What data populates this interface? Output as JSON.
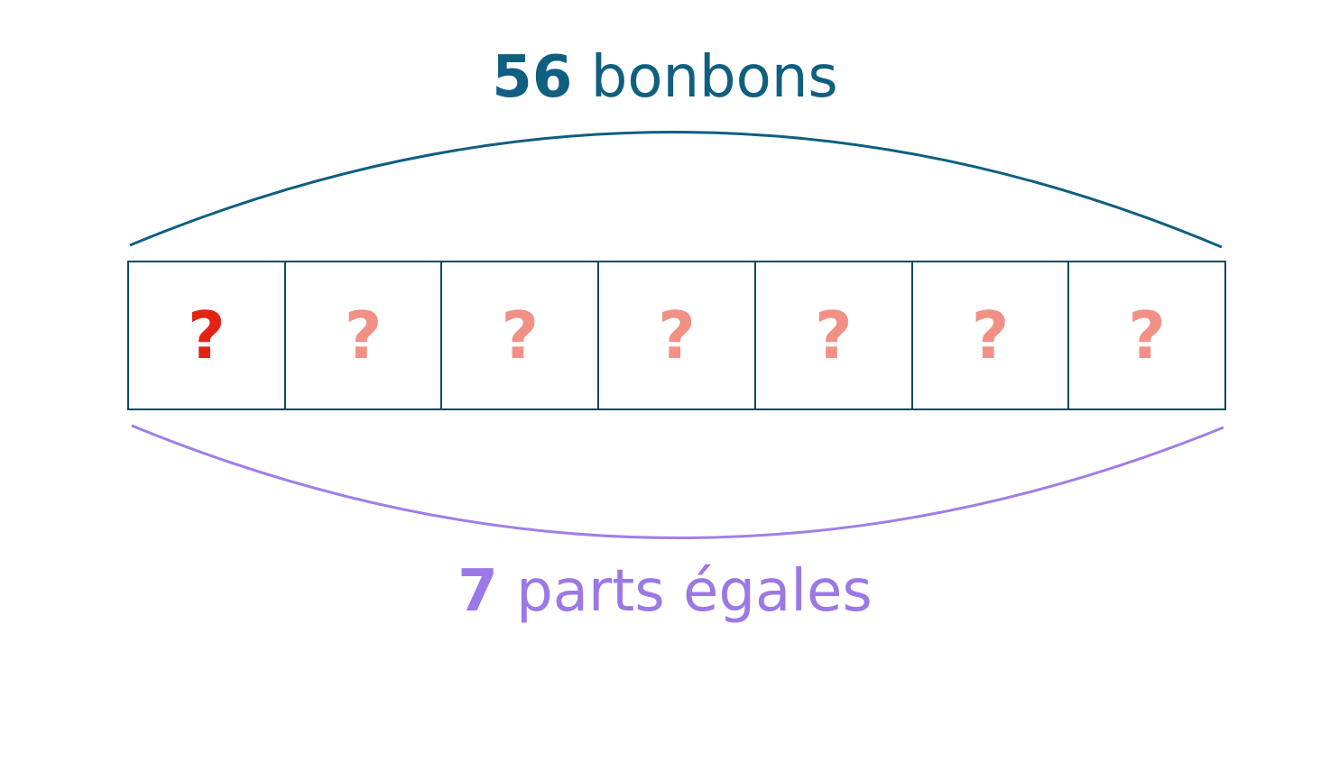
{
  "top_label": {
    "number": "56",
    "text": "bonbons",
    "color": "#0e5f80"
  },
  "bottom_label": {
    "number": "7",
    "text": "parts égales",
    "color": "#9b78e6"
  },
  "bar": {
    "border_color": "#0b4a5c",
    "cells": [
      {
        "symbol": "?",
        "color": "#e32314",
        "highlighted": true
      },
      {
        "symbol": "?",
        "color": "#f19085",
        "highlighted": false
      },
      {
        "symbol": "?",
        "color": "#f19085",
        "highlighted": false
      },
      {
        "symbol": "?",
        "color": "#f19085",
        "highlighted": false
      },
      {
        "symbol": "?",
        "color": "#f19085",
        "highlighted": false
      },
      {
        "symbol": "?",
        "color": "#f19085",
        "highlighted": false
      },
      {
        "symbol": "?",
        "color": "#f19085",
        "highlighted": false
      }
    ]
  }
}
